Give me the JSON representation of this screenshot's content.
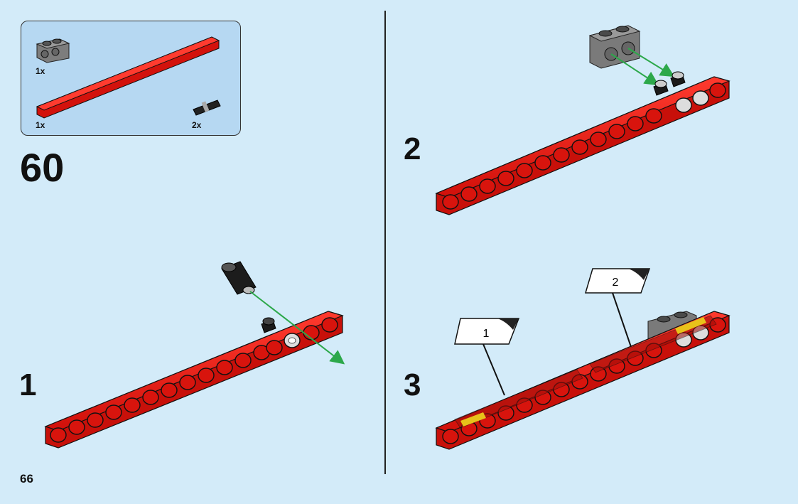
{
  "page": {
    "number": "66",
    "main_step": "60"
  },
  "parts_list": [
    {
      "part": "gray-2x1-brick-with-holes",
      "qty": "1x"
    },
    {
      "part": "red-15-hole-beam",
      "qty": "1x"
    },
    {
      "part": "black-friction-pin",
      "qty": "2x"
    }
  ],
  "steps": [
    {
      "number": "1"
    },
    {
      "number": "2"
    },
    {
      "number": "3",
      "callouts": [
        "1",
        "2"
      ]
    }
  ],
  "colors": {
    "background": "#d3ebf9",
    "parts_box": "#b6d8f2",
    "beam_red": "#e0160f",
    "arrow_green": "#2ca84a",
    "brick_gray": "#8a8a8a"
  }
}
